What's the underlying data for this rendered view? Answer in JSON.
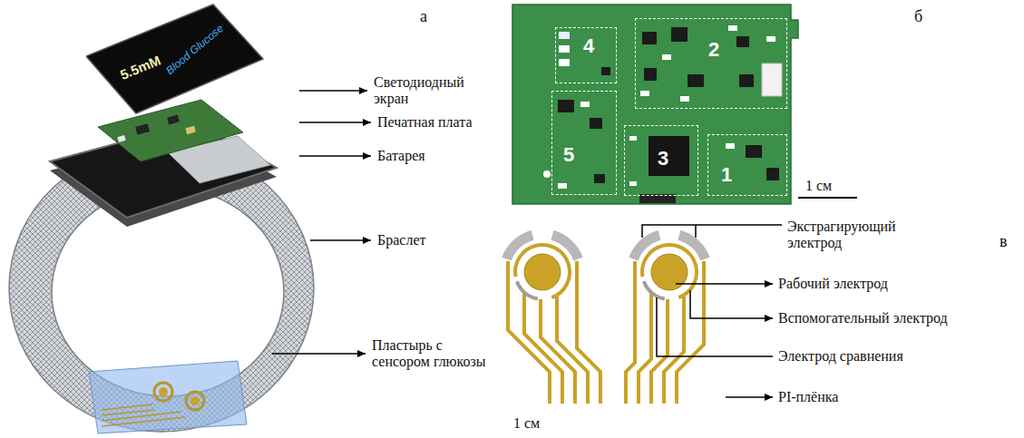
{
  "diagram": {
    "nodes": [
      {
        "text": [
          "Blood Glucose",
          "5.5mM"
        ]
      },
      {
        "text": [
          "4"
        ]
      },
      {
        "text": [
          "2"
        ]
      },
      {
        "text": [
          "5"
        ]
      },
      {
        "text": [
          "3"
        ]
      },
      {
        "text": [
          "1"
        ]
      }
    ],
    "labels": [
      "а",
      "Светодиодный экран",
      "Печатная плата",
      "Батарея",
      "Браслет",
      "Пластырь с сенсором глюкозы",
      "б",
      "1 см",
      "Экстрагирующий электрод",
      "в",
      "Рабочий электрод",
      "Вспомогательный электрод",
      "Электрод сравнения",
      "PI-плёнка",
      "1 см"
    ]
  }
}
